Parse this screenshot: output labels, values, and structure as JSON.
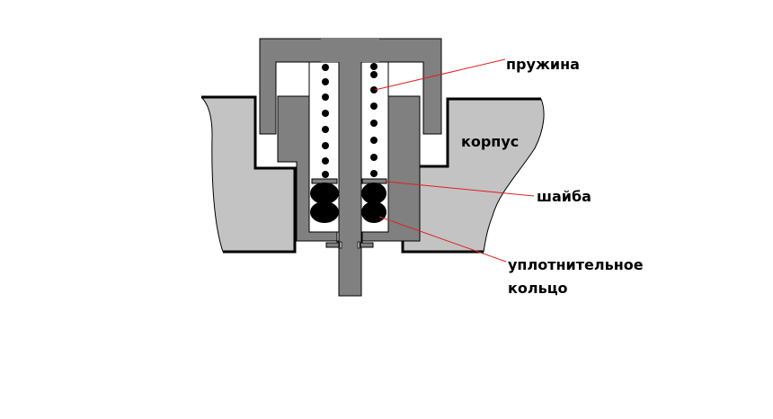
{
  "diagram": {
    "labels": {
      "spring": "пружина",
      "housing": "корпус",
      "washer": "шайба",
      "seal_line1": "уплотнительное",
      "seal_line2": "кольцо"
    },
    "colors": {
      "housing_fill": "#c3c3c3",
      "part_fill": "#808080",
      "outline": "#000000",
      "leader": "#e02020",
      "background": "#ffffff"
    }
  }
}
